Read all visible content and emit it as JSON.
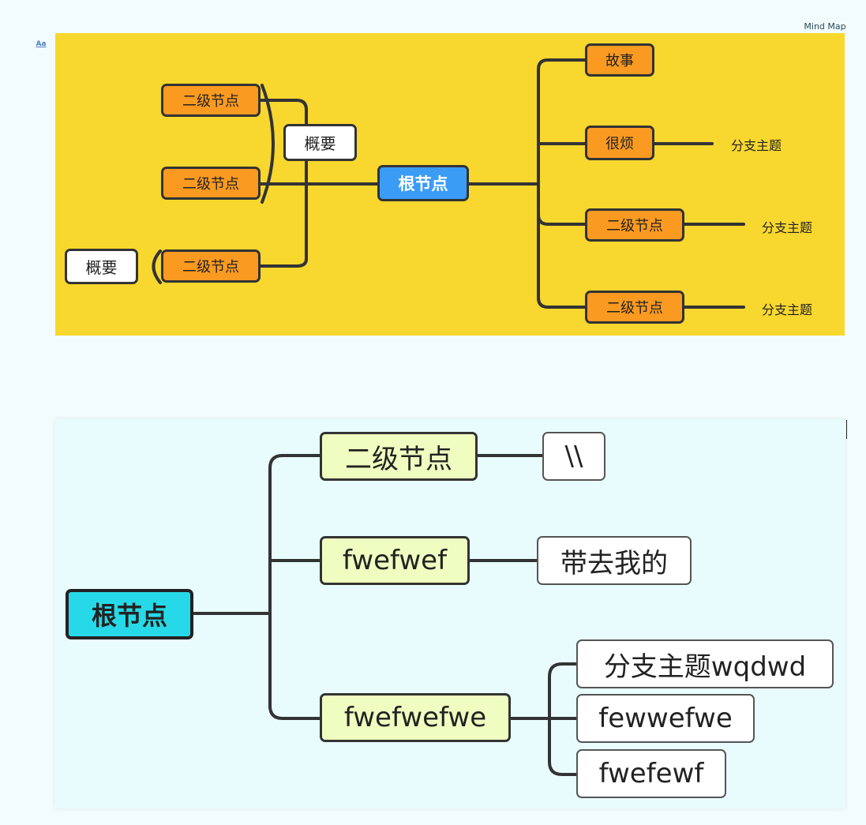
{
  "ui": {
    "format_icon": "Aa",
    "title": "Mind Map",
    "toolbar": {
      "edit_icon": "pencil-icon",
      "more_icon": "ellipsis-icon"
    }
  },
  "map1": {
    "background": "#f8d72e",
    "root": "根节点",
    "left": {
      "summary_group": [
        "二级节点",
        "二级节点"
      ],
      "summary_label": "概要",
      "single_node": "二级节点",
      "single_summary": "概要"
    },
    "right": [
      {
        "label": "故事",
        "topic": ""
      },
      {
        "label": "很烦",
        "topic": "分支主题"
      },
      {
        "label": "二级节点",
        "topic": "分支主题"
      },
      {
        "label": "二级节点",
        "topic": "分支主题"
      }
    ]
  },
  "map2": {
    "background": "#e8fcfe",
    "root": "根节点",
    "branches": [
      {
        "label": "二级节点",
        "children": [
          "\\\\"
        ]
      },
      {
        "label": "fwefwef",
        "children": [
          "带去我的"
        ]
      },
      {
        "label": "fwefwefwe",
        "children": [
          "分支主题wqdwd",
          "fewwefwe",
          "fwefewf"
        ]
      }
    ]
  }
}
